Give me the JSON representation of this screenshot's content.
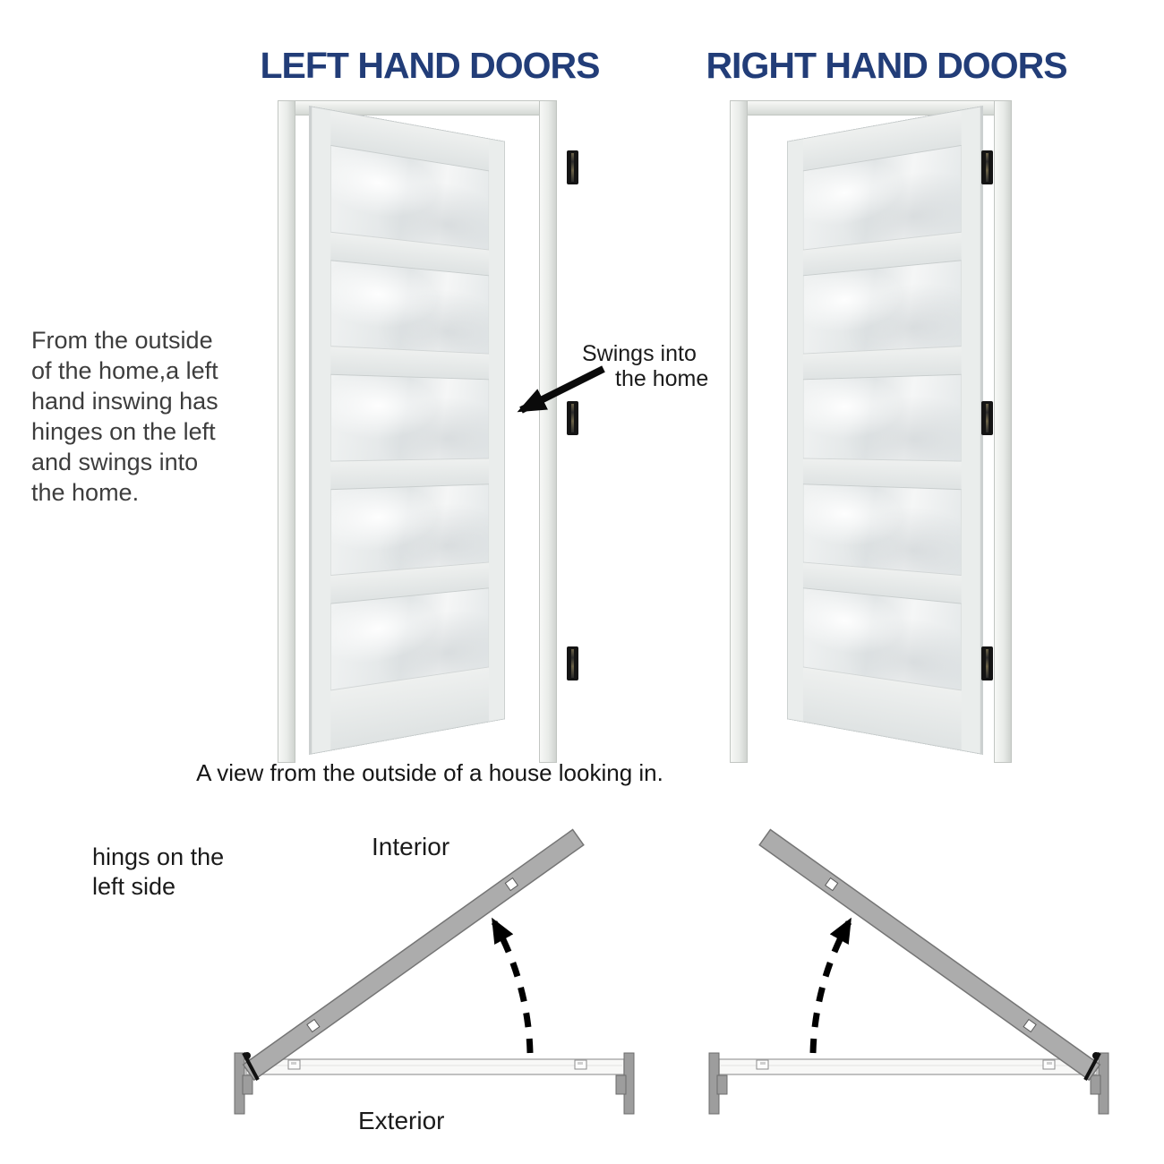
{
  "headings": {
    "left": "LEFT HAND DOORS",
    "right": "RIGHT HAND DOORS"
  },
  "intro": {
    "lines": [
      "From the outside",
      "of the home,a left",
      "hand inswing has",
      "hinges on the left",
      "and swings into",
      "the home."
    ]
  },
  "swing_label": {
    "lines": [
      "Swings into",
      "the home"
    ]
  },
  "caption": {
    "text": "A view from the outside of a house looking in."
  },
  "plan": {
    "note_lines": [
      "hings on the",
      "left side"
    ],
    "interior": "Interior",
    "exterior": "Exterior"
  },
  "colors": {
    "heading": "#223d78",
    "body_text": "#3d3d3d",
    "label_text": "#1b1b1b",
    "arrow": "#0a0a0a",
    "door_surface": "#eaedec",
    "plan_door_gray": "#acacac"
  }
}
